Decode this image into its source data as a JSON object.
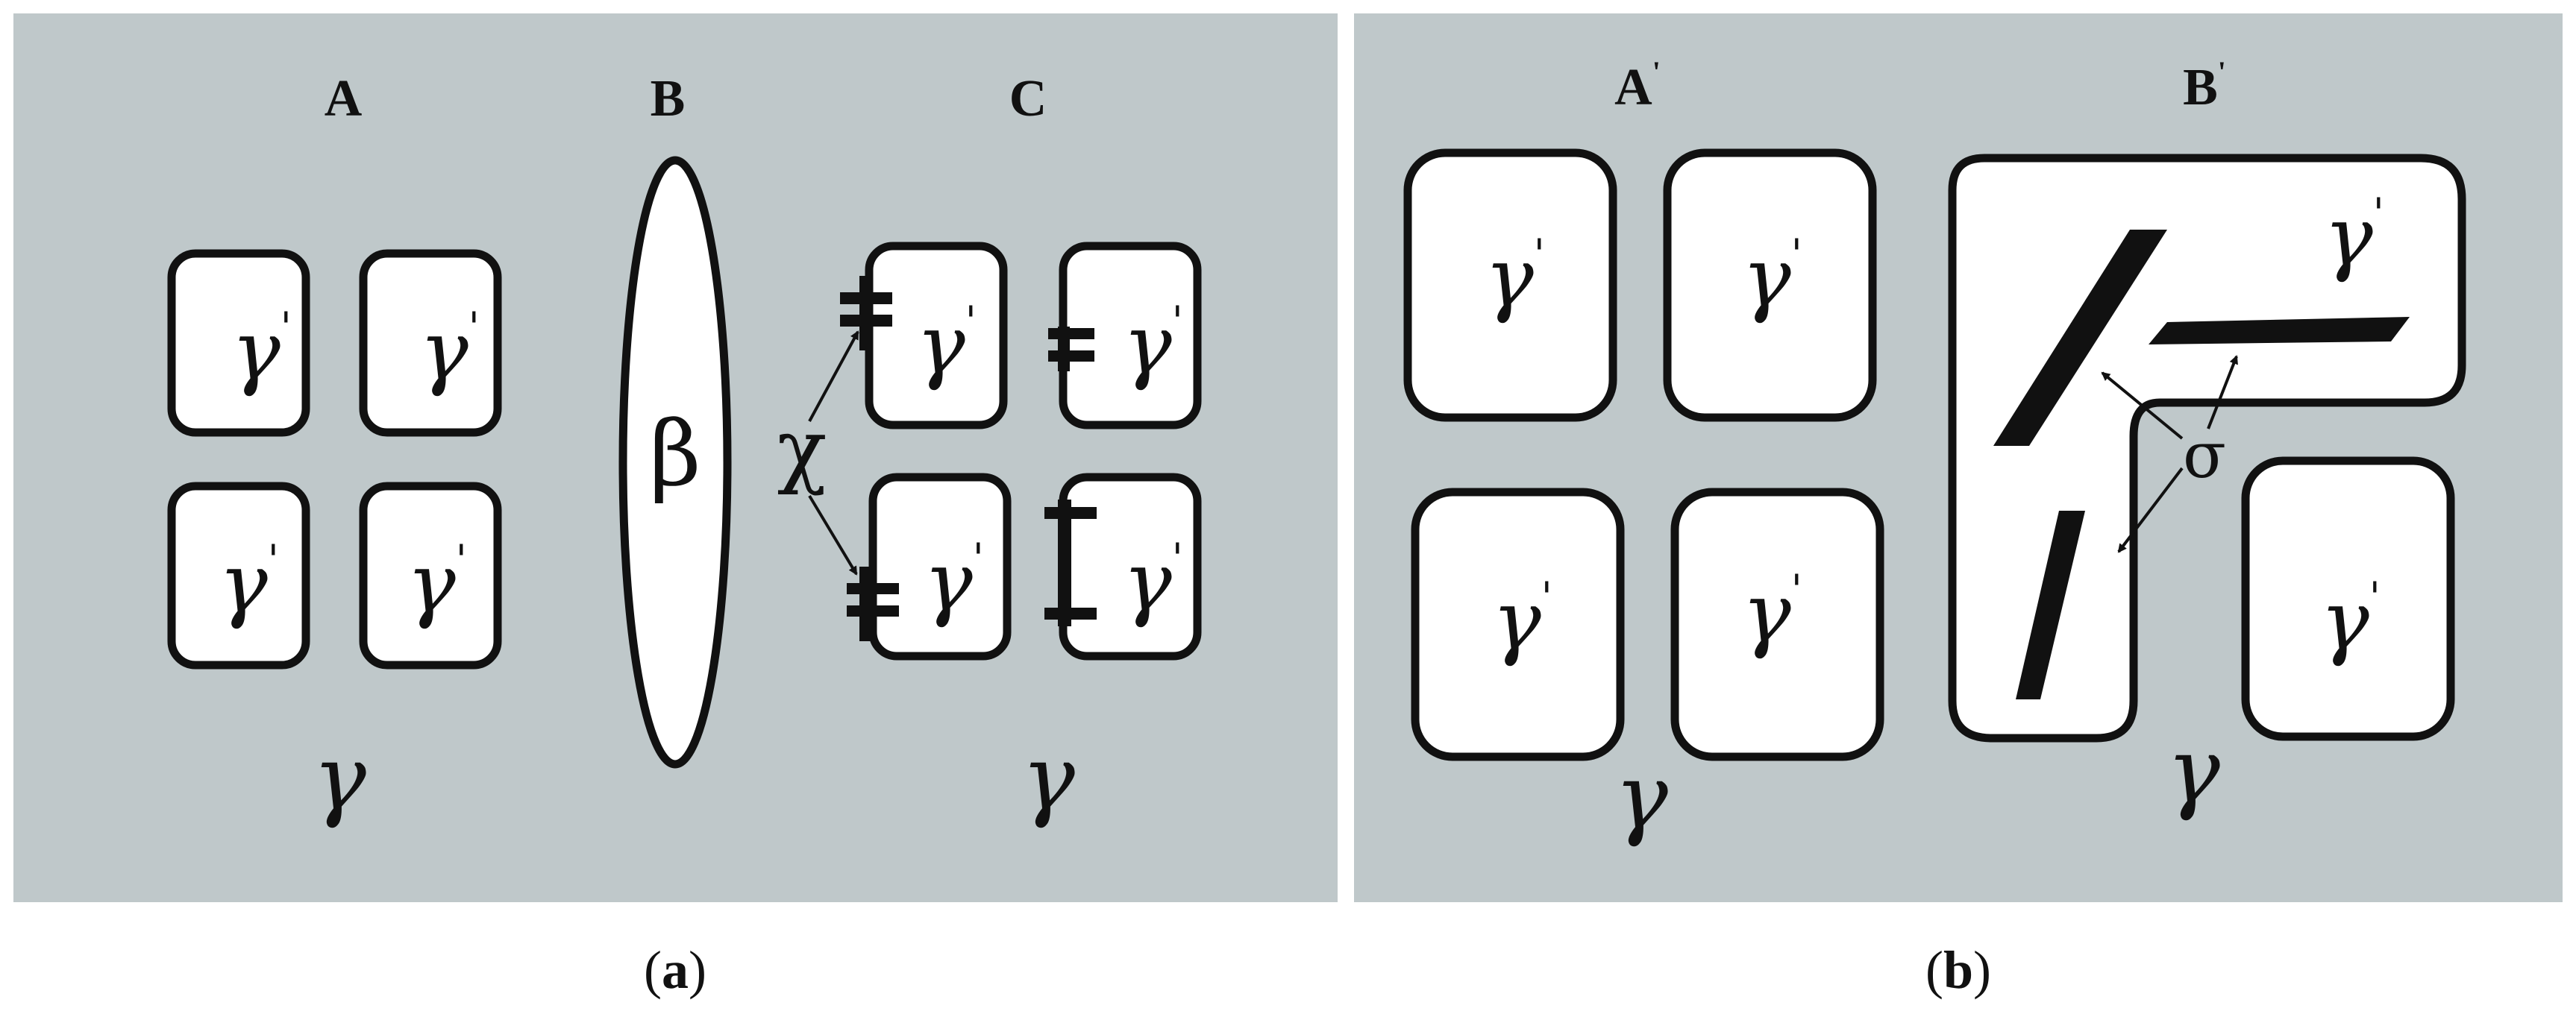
{
  "panel_a": {
    "labels": {
      "A": "A",
      "B": "B",
      "C": "C"
    },
    "matrix_symbol": "γ",
    "precipitate_symbol": "γ",
    "prime_mark": "'",
    "beta_symbol": "β",
    "chi_symbol": "χ",
    "caption_open": "(",
    "caption_letter": "a",
    "caption_close": ")"
  },
  "panel_b": {
    "labels": {
      "A_prime": "A",
      "B_prime": "B"
    },
    "prime_mark": "'",
    "matrix_symbol": "γ",
    "precipitate_symbol": "γ",
    "sigma_symbol": "σ",
    "caption_open": "(",
    "caption_letter": "b",
    "caption_close": ")"
  },
  "colors": {
    "panel_background": "#bfc8ca",
    "grain_fill": "#ffffff",
    "outline": "#111111"
  }
}
